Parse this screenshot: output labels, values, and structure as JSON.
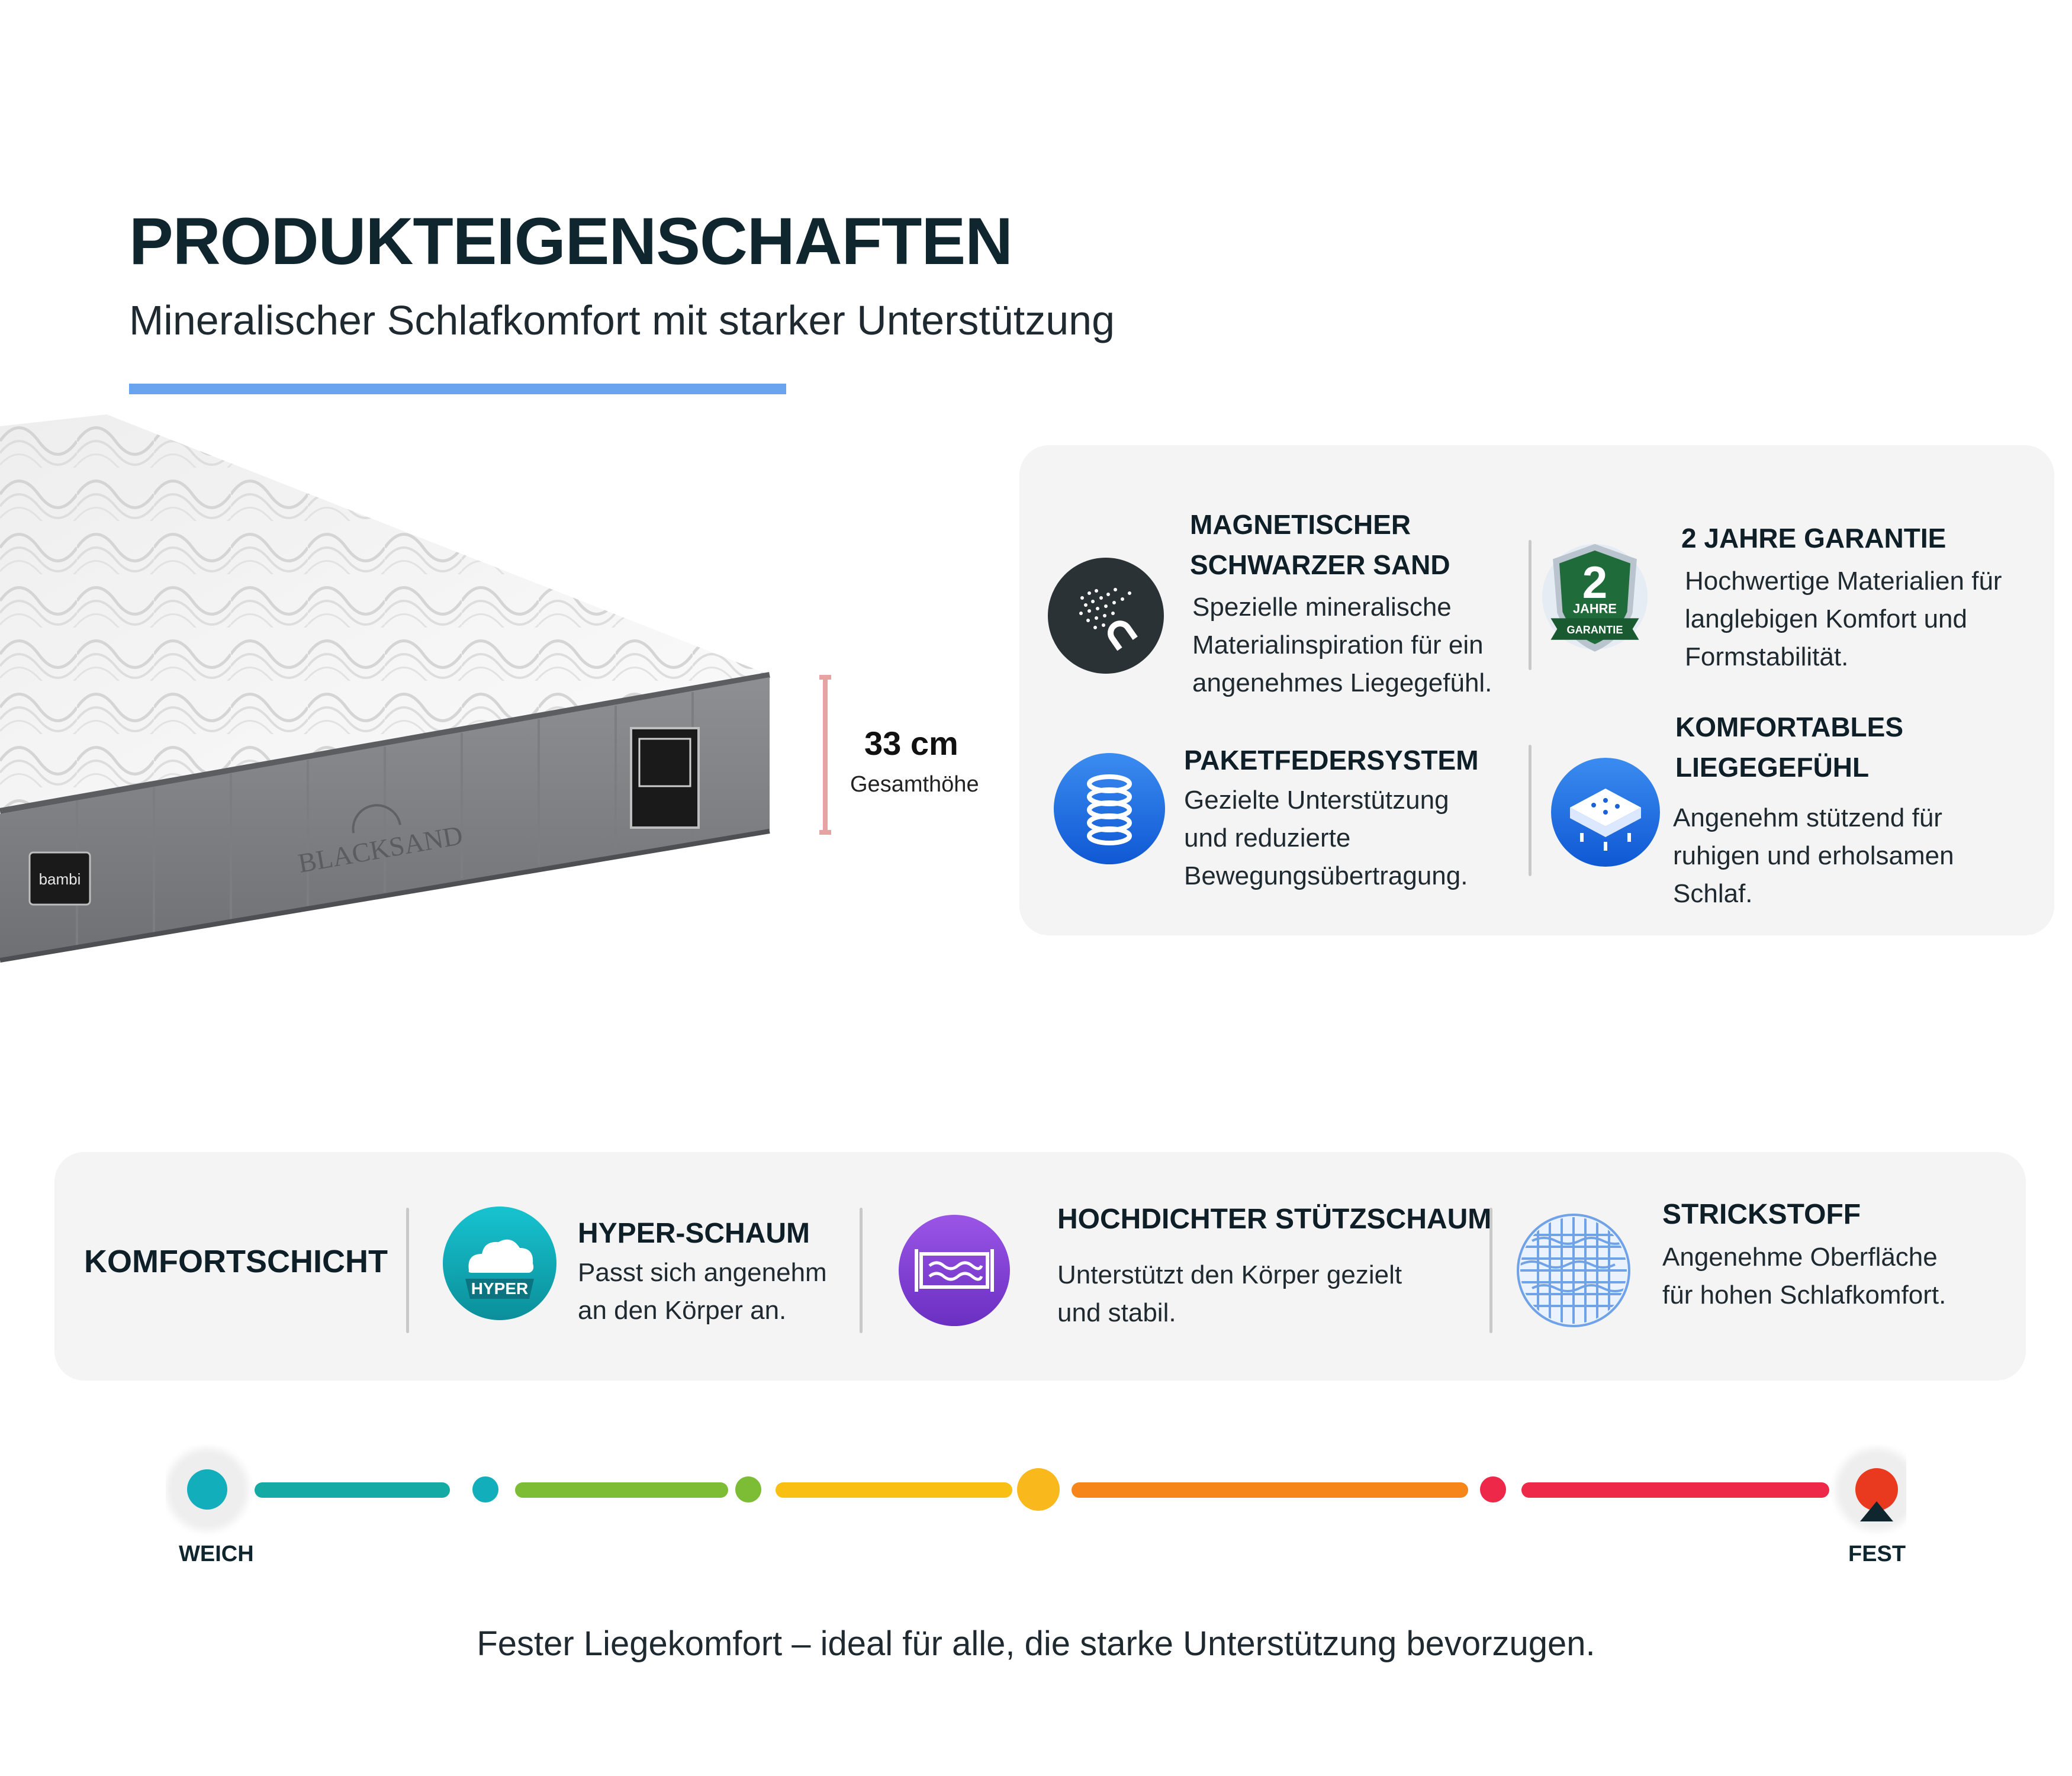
{
  "header": {
    "title": "PRODUKTEIGENSCHAFTEN",
    "subtitle": "Mineralischer Schlafkomfort mit starker Unterstützung"
  },
  "mattress": {
    "brand_label": "BLACKSAND",
    "tag_label": "bambi",
    "height_value": "33 cm",
    "height_label": "Gesamthöhe"
  },
  "features": [
    {
      "title_1": "MAGNETISCHER",
      "title_2": "SCHWARZER SAND",
      "lines": [
        "Spezielle mineralische",
        "Materialinspiration für ein",
        "angenehmes Liegegefühl."
      ],
      "icon": "magnet-sand-icon"
    },
    {
      "title_1": "2 JAHRE GARANTIE",
      "lines": [
        "Hochwertige Materialien für",
        "langlebigen Komfort und",
        "Formstabilität."
      ],
      "icon": "warranty-shield-icon",
      "badge_number": "2",
      "badge_word": "JAHRE",
      "badge_ribbon": "GARANTIE"
    },
    {
      "title_1": "PAKETFEDERSYSTEM",
      "lines": [
        "Gezielte Unterstützung",
        "und reduzierte",
        "Bewegungsübertragung."
      ],
      "icon": "spring-icon"
    },
    {
      "title_1": "KOMFORTABLES",
      "title_2": "LIEGEGEFÜHL",
      "lines": [
        "Angenehm stützend für",
        "ruhigen und erholsamen",
        "Schlaf."
      ],
      "icon": "comfort-layer-icon"
    }
  ],
  "layers": {
    "heading": "KOMFORTSCHICHT",
    "items": [
      {
        "title": "HYPER-SCHAUM",
        "lines": [
          "Passt sich angenehm",
          "an den Körper an."
        ],
        "icon": "hyper-foam-icon",
        "icon_label": "HYPER"
      },
      {
        "title": "HOCHDICHTER STÜTZSCHAUM",
        "lines": [
          "Unterstützt den Körper gezielt",
          "und stabil."
        ],
        "icon": "support-foam-icon"
      },
      {
        "title": "STRICKSTOFF",
        "lines": [
          "Angenehme Oberfläche",
          "für hohen Schlafkomfort."
        ],
        "icon": "knit-fabric-icon"
      }
    ]
  },
  "firmness": {
    "left_label": "WEICH",
    "right_label": "FEST",
    "level": 1.0,
    "colors": [
      "#13aebb",
      "#7cbd35",
      "#f9c013",
      "#f7861a",
      "#ed2848",
      "#e93a20"
    ],
    "caption": "Fester Liegekomfort – ideal für alle, die starke Unterstützung bevorzugen."
  }
}
